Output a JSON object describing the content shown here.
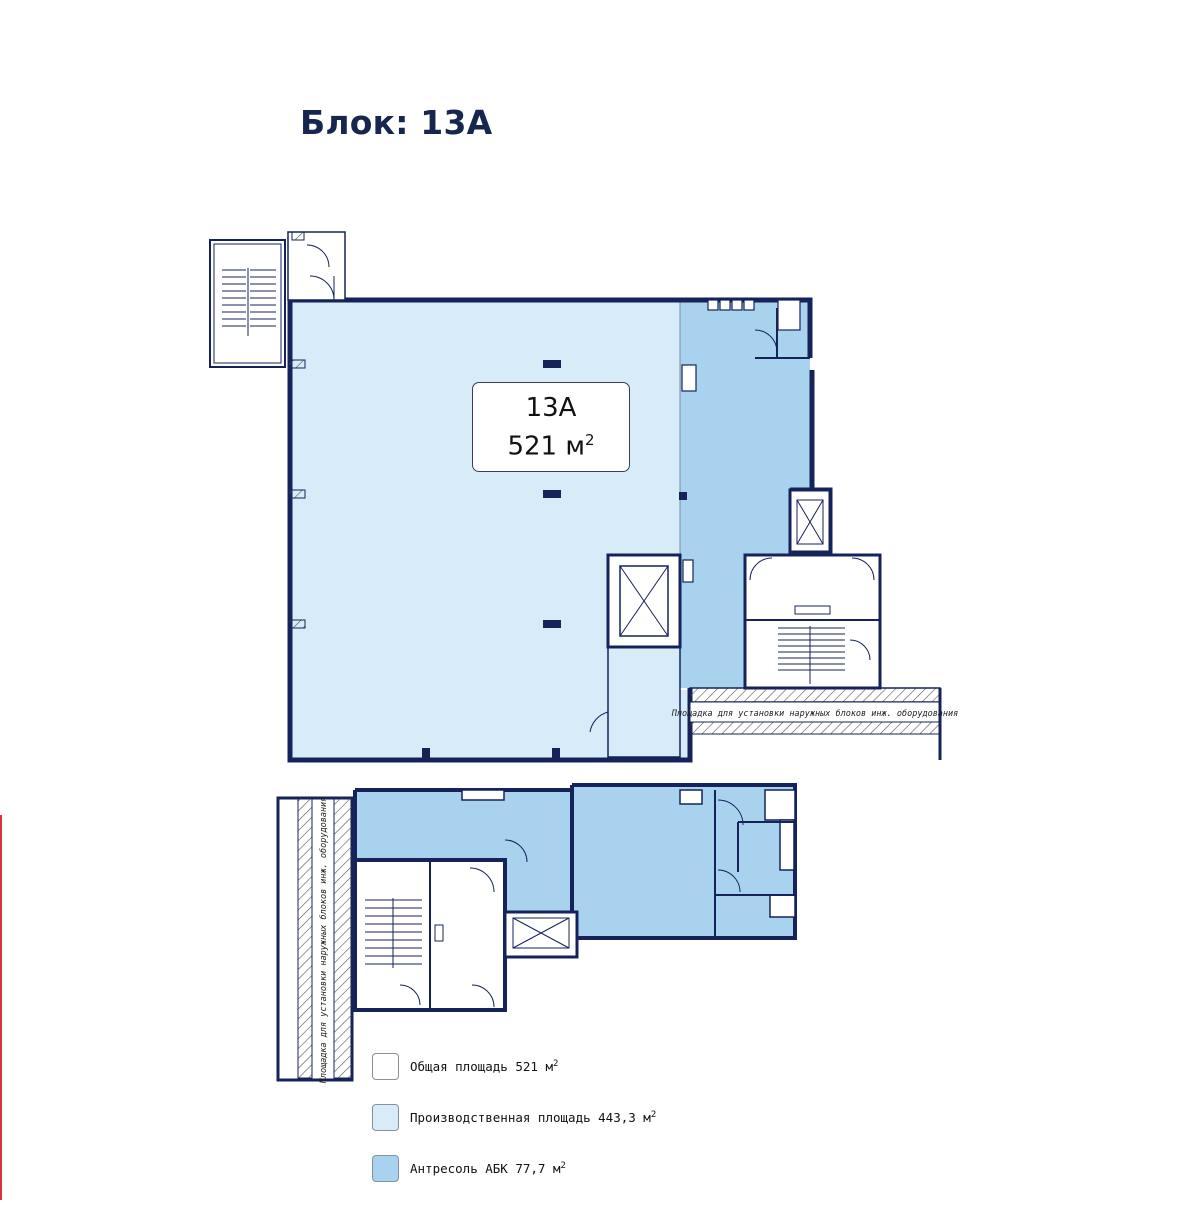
{
  "header": {
    "title": "Блок: 13А"
  },
  "unit": {
    "name": "13А",
    "area": "521 м",
    "area_sup": "2"
  },
  "strips": {
    "top": "Площадка для установки наружных блоков инж. оборудования",
    "bottom": "Площадка для установки наружных блоков инж. оборудования"
  },
  "legend": [
    {
      "label": "Общая площадь 521 м",
      "sup": "2",
      "color": "#ffffff"
    },
    {
      "label": "Производственная площадь 443,3 м",
      "sup": "2",
      "color": "#d7ecf8"
    },
    {
      "label": "Антресоль АБК 77,7 м",
      "sup": "2",
      "color": "#a8d2ee"
    }
  ],
  "colors": {
    "wall": "#15235a",
    "production_area": "#d7ecf8",
    "mezzanine": "#a8d2ee",
    "accent_red": "#d8323c"
  }
}
